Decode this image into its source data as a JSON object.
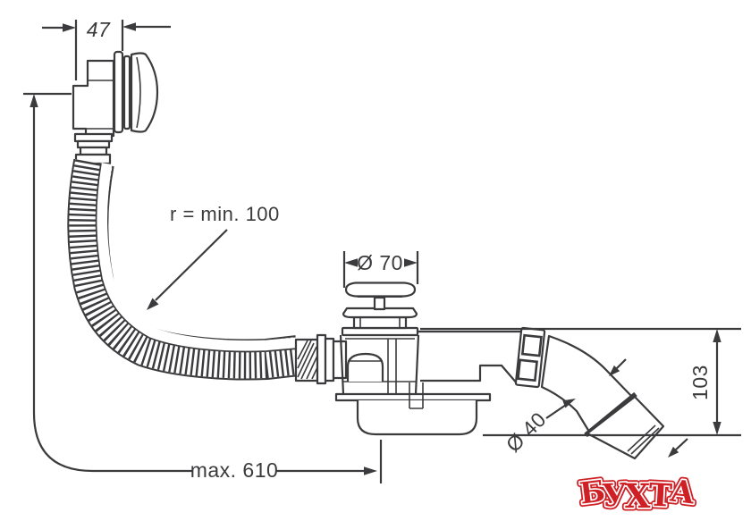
{
  "figure": {
    "type": "technical line drawing",
    "parts": {
      "overflow_fitting": "overflow body with rotary knob",
      "hose": "corrugated flexible hose",
      "waste": "plug and trap body",
      "outlet": "45-degree outlet pipe with union nut"
    }
  },
  "labels": {
    "dim_47": "47",
    "radius_note": "r = min. 100",
    "dim_70": "Ø 70",
    "dim_max610": "max. 610",
    "dim_40": "Ø 40",
    "dim_103": "103"
  },
  "watermark": {
    "text": "БУХТА",
    "letters": [
      "Б",
      "У",
      "Х",
      "Т",
      "А"
    ],
    "color": "#cf2026"
  },
  "colors": {
    "line": "#3b3b3d",
    "background": "#ffffff",
    "watermark_red": "#cf2026"
  }
}
